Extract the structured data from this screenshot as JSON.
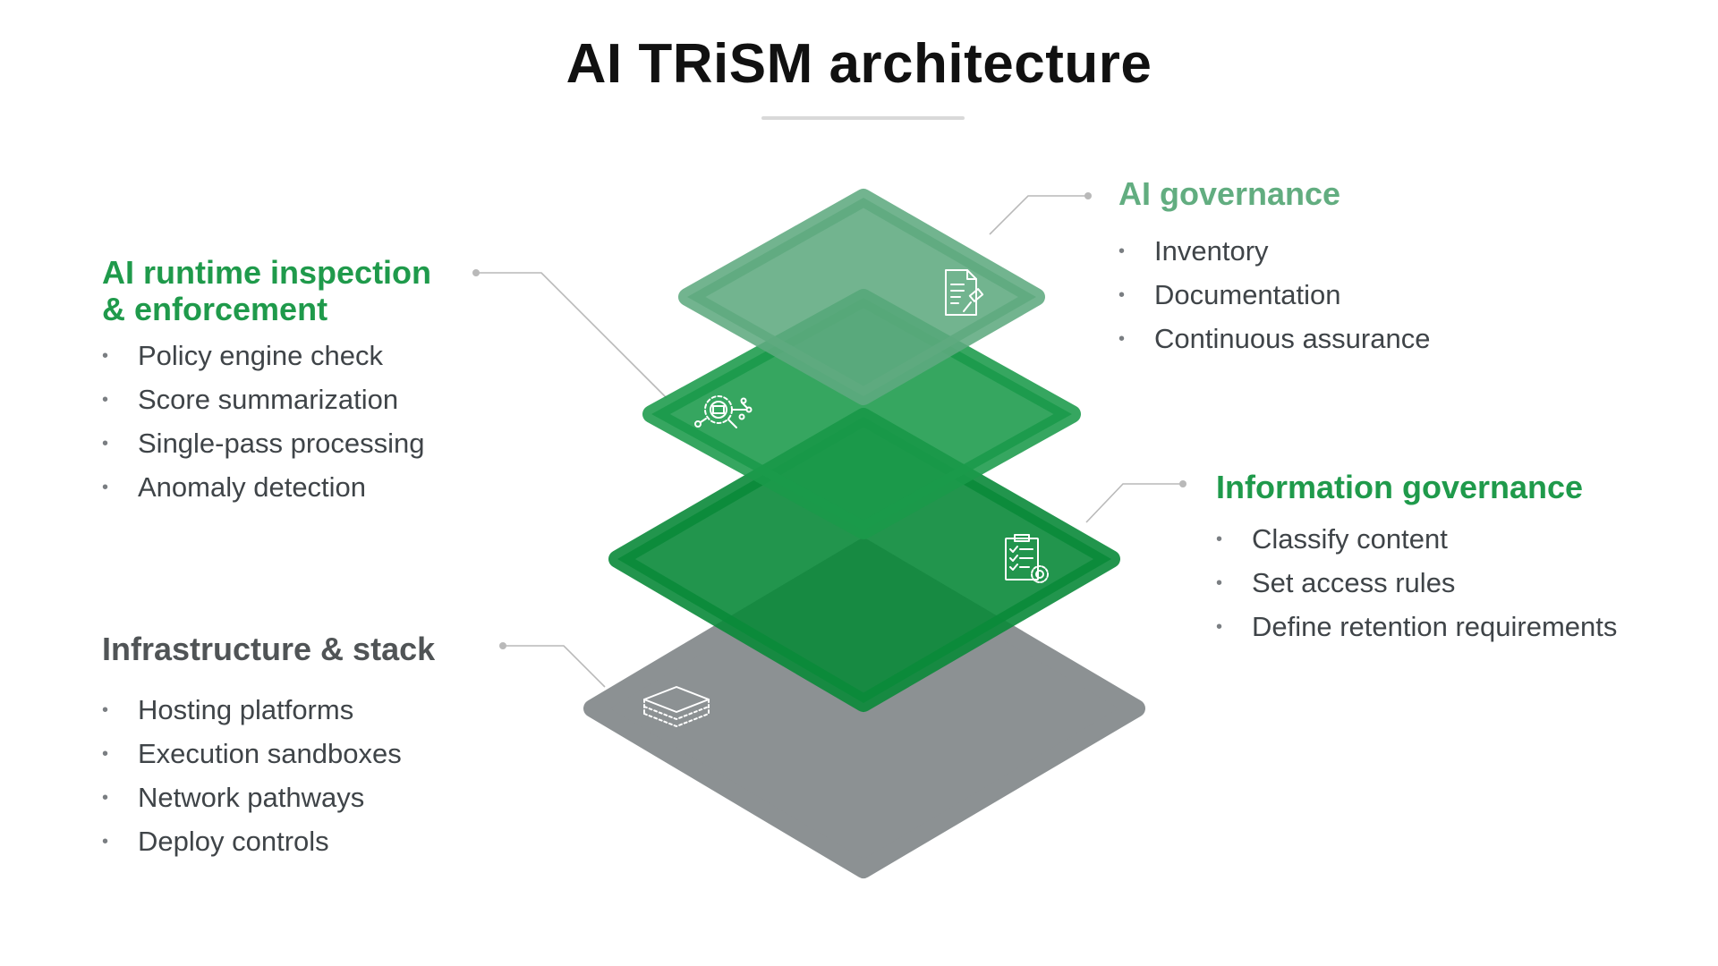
{
  "title": "AI TRiSM architecture",
  "colors": {
    "title": "#111111",
    "green_heading": "#1f9a4b",
    "light_green_heading": "#62ad80",
    "gray_heading": "#505456",
    "layer_gray": "#8c9193",
    "layer_green_dark": "#0a8a3a",
    "layer_green_mid": "#1a9a4a",
    "layer_green_light": "#5faa80",
    "connector": "#b5b5b5"
  },
  "sections": {
    "runtime": {
      "heading_line1": "AI runtime inspection",
      "heading_line2": "& enforcement",
      "items": [
        "Policy engine check",
        "Score summarization",
        "Single-pass processing",
        "Anomaly detection"
      ]
    },
    "infra": {
      "heading": "Infrastructure & stack",
      "items": [
        "Hosting platforms",
        "Execution sandboxes",
        "Network pathways",
        "Deploy controls"
      ]
    },
    "ai_governance": {
      "heading": "AI governance",
      "items": [
        "Inventory",
        "Documentation",
        "Continuous assurance"
      ]
    },
    "info_governance": {
      "heading": "Information governance",
      "items": [
        "Classify content",
        "Set access rules",
        "Define retention requirements"
      ]
    }
  },
  "layers": [
    {
      "name": "infrastructure",
      "color": "#8c9193",
      "icon": "stack-layers-icon"
    },
    {
      "name": "information-governance",
      "color": "#0a8a3a",
      "icon": "checklist-gear-icon"
    },
    {
      "name": "runtime-inspection",
      "color": "#1a9a4a",
      "icon": "gear-network-icon"
    },
    {
      "name": "ai-governance",
      "color": "#5faa80",
      "icon": "document-gavel-icon"
    }
  ]
}
